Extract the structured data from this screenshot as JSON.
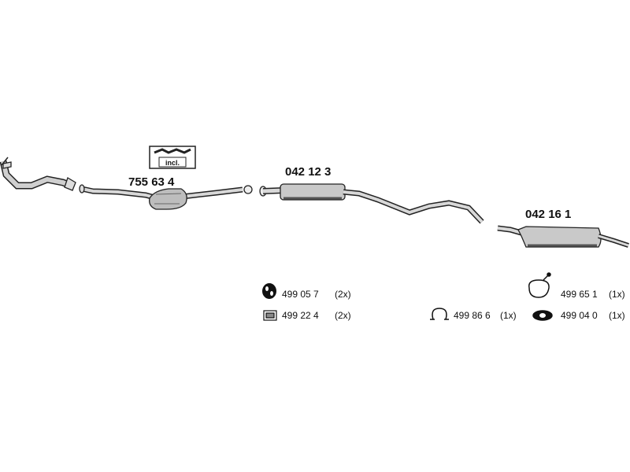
{
  "diagram": {
    "parts": {
      "catalytic_converter": "755 63 4",
      "center_silencer": "042 12 3",
      "rear_silencer": "042 16 1"
    },
    "kit_badge": "incl.",
    "accessories": [
      {
        "icon": "rubber-hanger-icon",
        "number": "499 05 7",
        "qty": "(2x)"
      },
      {
        "icon": "mounting-kit-icon",
        "number": "499 22 4",
        "qty": "(2x)"
      },
      {
        "icon": "clamp-icon",
        "number": "499 86 6",
        "qty": "(1x)"
      },
      {
        "icon": "hanger-ring-icon",
        "number": "499 65 1",
        "qty": "(1x)"
      },
      {
        "icon": "gasket-icon",
        "number": "499 04 0",
        "qty": "(1x)"
      }
    ]
  }
}
